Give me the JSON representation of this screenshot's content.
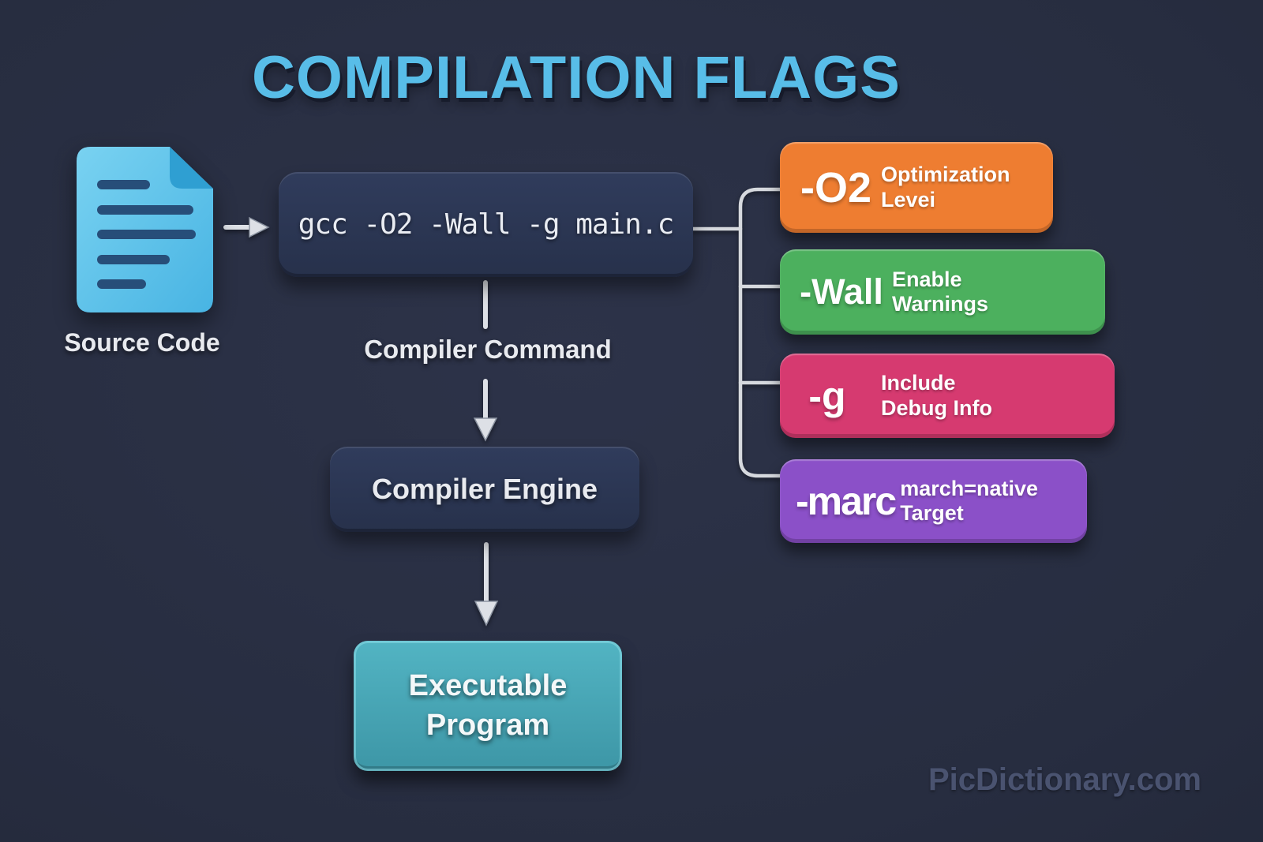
{
  "title": "COMPILATION FLAGS",
  "source": {
    "label": "Source Code"
  },
  "command": {
    "text": "gcc -O2 -Wall -g main.c",
    "caption": "Compiler Command"
  },
  "engine": {
    "label": "Compiler Engine"
  },
  "output": {
    "label": "Executable\nProgram"
  },
  "flags": [
    {
      "code": "-O2",
      "description": "Optimization\nLevei",
      "color": "#ee7d31"
    },
    {
      "code": "-Wall",
      "description": "Enable\nWarnings",
      "color": "#4cb05e"
    },
    {
      "code": "-g",
      "description": "Include\nDebug Info",
      "color": "#d63a70"
    },
    {
      "code": "-marc",
      "description": "march=native\nTarget",
      "color": "#8b50c8"
    }
  ],
  "watermark": "PicDictionary.com",
  "colors": {
    "background": "#272d40",
    "title": "#58bde8",
    "node_dark": "#2b3552",
    "output_teal": "#46a6b6",
    "connector": "#d6d9de",
    "source_icon_blue": "#55c2ec",
    "watermark": "#4a5370"
  }
}
